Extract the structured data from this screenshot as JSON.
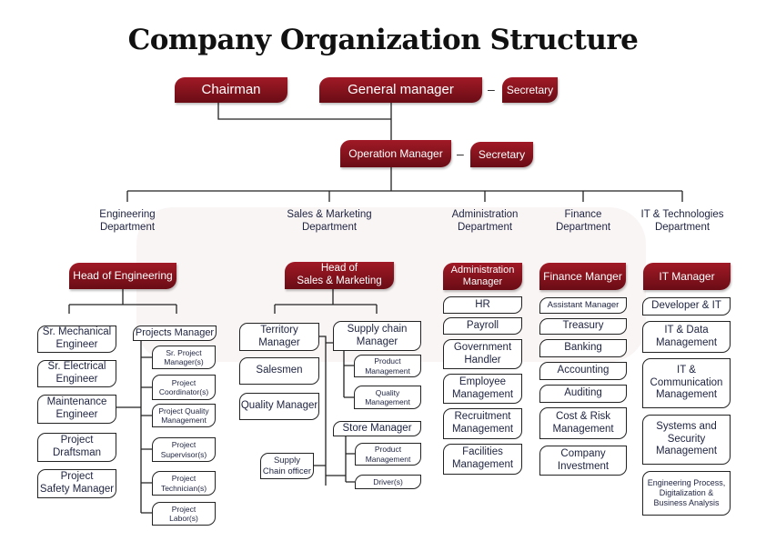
{
  "title": "Company Organization Structure",
  "colors": {
    "header_red": "#8e1520",
    "text": "#1e2340"
  },
  "top": {
    "chairman": "Chairman",
    "general_manager": "General manager",
    "secretary_1": "Secretary",
    "operation_manager": "Operation Manager",
    "secretary_2": "Secretary",
    "dash": "–"
  },
  "departments": {
    "engineering": "Engineering\nDepartment",
    "sales": "Sales & Marketing\nDepartment",
    "admin": "Administration\nDepartment",
    "finance": "Finance\nDepartment",
    "it": "IT & Technologies\nDepartment"
  },
  "heads": {
    "engineering": "Head of Engineering",
    "sales": "Head of\nSales & Marketing",
    "admin": "Administration\nManager",
    "finance": "Finance Manger",
    "it": "IT Manager"
  },
  "engineering": {
    "left": [
      "Sr. Mechanical\nEngineer",
      "Sr. Electrical\nEngineer",
      "Maintenance\nEngineer",
      "Project\nDraftsman",
      "Project\nSafety Manager"
    ],
    "projects_manager": "Projects Manager",
    "project_roles": [
      "Sr. Project\nManager(s)",
      "Project\nCoordinator(s)",
      "Project Quality\nManagement",
      "Project\nSupervisor(s)",
      "Project\nTechnician(s)",
      "Project\nLabor(s)"
    ]
  },
  "sales": {
    "left": [
      "Territory\nManager",
      "Salesmen",
      "Quality Manager"
    ],
    "supply_chain_manager": "Supply chain\nManager",
    "supply_chain_subs": [
      "Product\nManagement",
      "Quality\nManagement"
    ],
    "store_manager": "Store Manager",
    "store_subs": [
      "Product\nManagement",
      "Driver(s)"
    ],
    "supply_chain_officer": "Supply\nChain officer"
  },
  "admin": [
    "HR",
    "Payroll",
    "Government\nHandler",
    "Employee\nManagement",
    "Recruitment\nManagement",
    "Facilities\nManagement"
  ],
  "finance": [
    "Assistant Manager",
    "Treasury",
    "Banking",
    "Accounting",
    "Auditing",
    "Cost & Risk\nManagement",
    "Company\nInvestment"
  ],
  "it": [
    "Developer & IT",
    "IT & Data\nManagement",
    "IT &\nCommunication\nManagement",
    "Systems and\nSecurity\nManagement",
    "Engineering Process,\nDigitalization &\nBusiness Analysis"
  ]
}
